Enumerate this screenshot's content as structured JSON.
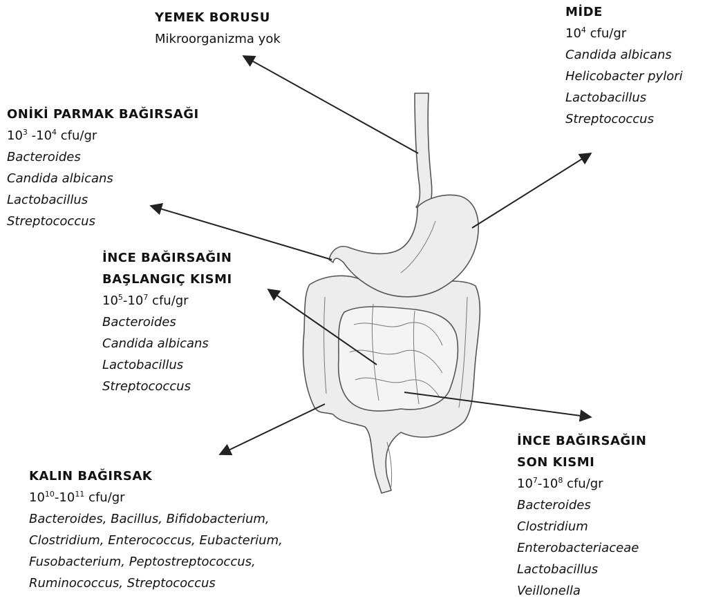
{
  "regions": {
    "esophagus": {
      "title": "YEMEK BORUSU",
      "note": "Mikroorganizma yok"
    },
    "stomach": {
      "title": "MİDE",
      "count_base": "10",
      "count_exp": "4",
      "count_unit": "cfu/gr",
      "species": [
        "Candida albicans",
        "Helicobacter pylori",
        "Lactobacillus",
        "Streptococcus"
      ]
    },
    "duodenum": {
      "title": "ONİKİ PARMAK BAĞIRSAĞI",
      "count_a_base": "10",
      "count_a_exp": "3",
      "count_sep": " -",
      "count_b_base": "10",
      "count_b_exp": "4",
      "count_unit": "cfu/gr",
      "species": [
        "Bacteroides",
        "Candida albicans",
        "Lactobacillus",
        "Streptococcus"
      ]
    },
    "small_intestine_start": {
      "title_line1": "İNCE BAĞIRSAĞIN",
      "title_line2": "BAŞLANGIÇ KISMI",
      "count_a_base": "10",
      "count_a_exp": "5",
      "count_sep": "-",
      "count_b_base": "10",
      "count_b_exp": "7",
      "count_unit": "cfu/gr",
      "species": [
        "Bacteroides",
        "Candida albicans",
        "Lactobacillus",
        "Streptococcus"
      ]
    },
    "large_intestine": {
      "title": "KALIN BAĞIRSAK",
      "count_a_base": "10",
      "count_a_exp": "10",
      "count_sep": "-",
      "count_b_base": "10",
      "count_b_exp": "11",
      "count_unit": "cfu/gr",
      "species_lines": [
        "Bacteroides, Bacillus, Bifidobacterium,",
        "Clostridium, Enterococcus, Eubacterium,",
        "Fusobacterium, Peptostreptococcus,",
        "Ruminococcus, Streptococcus"
      ]
    },
    "small_intestine_end": {
      "title_line1": "İNCE BAĞIRSAĞIN",
      "title_line2": "SON KISMI",
      "count_a_base": "10",
      "count_a_exp": "7",
      "count_sep": "-",
      "count_b_base": "10",
      "count_b_exp": "8",
      "count_unit": "cfu/gr",
      "species": [
        "Bacteroides",
        "Clostridium",
        "Enterobacteriaceae",
        "Lactobacillus",
        "Veillonella"
      ]
    }
  },
  "colors": {
    "text": "#111111",
    "line": "#222222",
    "organ_fill": "#ededed",
    "organ_stroke": "#555555"
  }
}
